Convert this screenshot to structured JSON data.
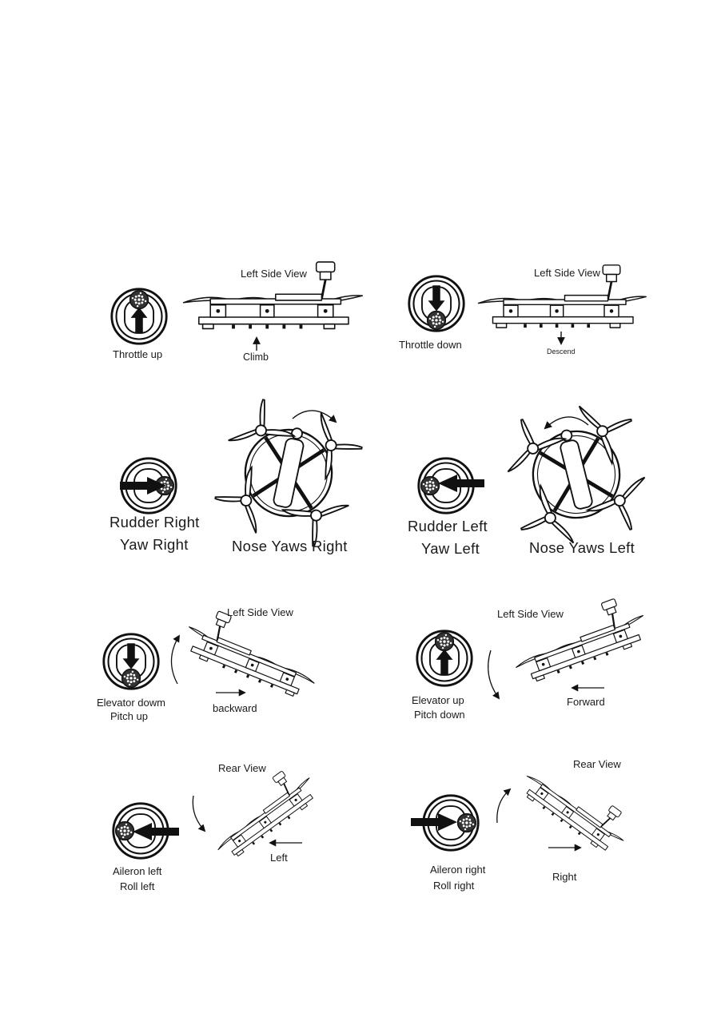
{
  "throttle_up": {
    "view": "Left Side View",
    "stick": "Throttle up",
    "motion": "Climb"
  },
  "throttle_down": {
    "view": "Left Side View",
    "stick": "Throttle down",
    "motion": "Descend"
  },
  "rudder_right": {
    "line1": "Rudder Right",
    "line2": "Yaw Right",
    "motion": "Nose Yaws Right"
  },
  "rudder_left": {
    "line1": "Rudder Left",
    "line2": "Yaw Left",
    "motion": "Nose Yaws Left"
  },
  "elevator_down": {
    "view": "Left Side View",
    "line1": "Elevator dowm",
    "line2": "Pitch up",
    "motion": "backward"
  },
  "elevator_up": {
    "view": "Left Side View",
    "line1": "Elevator up",
    "line2": "Pitch down",
    "motion": "Forward"
  },
  "aileron_left": {
    "view": "Rear  View",
    "line1": "Aileron left",
    "line2": "Roll left",
    "motion": "Left"
  },
  "aileron_right": {
    "view": "Rear View",
    "line1": "Aileron right",
    "line2": "Roll right",
    "motion": "Right"
  },
  "icons": {
    "stick": "control-stick-icon",
    "arrow": "direction-arrow-icon",
    "drone_side": "drone-side-view-icon",
    "drone_top": "drone-top-view-icon",
    "rotation": "rotation-arrow-icon"
  }
}
